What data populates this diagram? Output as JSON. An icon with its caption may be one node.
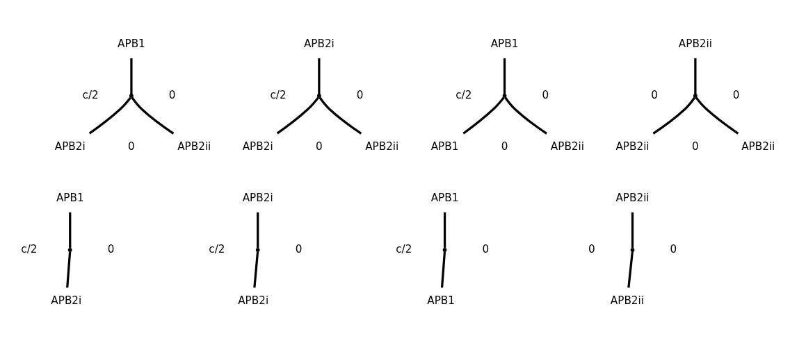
{
  "diagram": {
    "nodes": [
      {
        "text": [
          "APB1"
        ]
      },
      {
        "text": [],
        "shape": "point"
      },
      {
        "text": [
          "APB2i"
        ]
      },
      {
        "text": [
          "APB2ii"
        ]
      },
      {
        "text": [
          "APB2i"
        ]
      },
      {
        "text": [],
        "shape": "point"
      },
      {
        "text": [
          "APB2i"
        ]
      },
      {
        "text": [
          "APB2ii"
        ]
      },
      {
        "text": [
          "APB1"
        ]
      },
      {
        "text": [],
        "shape": "point"
      },
      {
        "text": [
          "APB1"
        ]
      },
      {
        "text": [
          "APB2ii"
        ]
      },
      {
        "text": [
          "APB2ii"
        ]
      },
      {
        "text": [],
        "shape": "point"
      },
      {
        "text": [
          "APB2ii"
        ]
      },
      {
        "text": [
          "APB2ii"
        ]
      },
      {
        "text": [
          "APB1"
        ]
      },
      {
        "text": [],
        "shape": "point"
      },
      {
        "text": [
          "APB2i"
        ]
      },
      {
        "text": [
          "APB2i"
        ]
      },
      {
        "text": [],
        "shape": "point"
      },
      {
        "text": [
          "APB2i"
        ]
      },
      {
        "text": [
          "APB1"
        ]
      },
      {
        "text": [],
        "shape": "point"
      },
      {
        "text": [
          "APB1"
        ]
      },
      {
        "text": [
          "APB2ii"
        ]
      },
      {
        "text": [],
        "shape": "point"
      },
      {
        "text": [
          "APB2ii"
        ]
      }
    ],
    "edges": [
      {
        "from": 0,
        "to": 1,
        "arrow": "none"
      },
      {
        "from": 1,
        "to": 2,
        "arrow": "none"
      },
      {
        "from": 1,
        "to": 3,
        "arrow": "none"
      },
      {
        "from": 4,
        "to": 5,
        "arrow": "none"
      },
      {
        "from": 5,
        "to": 6,
        "arrow": "none"
      },
      {
        "from": 5,
        "to": 7,
        "arrow": "none"
      },
      {
        "from": 8,
        "to": 9,
        "arrow": "none"
      },
      {
        "from": 9,
        "to": 10,
        "arrow": "none"
      },
      {
        "from": 9,
        "to": 11,
        "arrow": "none"
      },
      {
        "from": 12,
        "to": 13,
        "arrow": "none"
      },
      {
        "from": 13,
        "to": 14,
        "arrow": "none"
      },
      {
        "from": 13,
        "to": 15,
        "arrow": "none"
      },
      {
        "from": 16,
        "to": 17,
        "arrow": "none"
      },
      {
        "from": 17,
        "to": 18,
        "arrow": "none"
      },
      {
        "from": 19,
        "to": 20,
        "arrow": "none"
      },
      {
        "from": 20,
        "to": 21,
        "arrow": "none"
      },
      {
        "from": 22,
        "to": 23,
        "arrow": "none"
      },
      {
        "from": 23,
        "to": 24,
        "arrow": "none"
      },
      {
        "from": 25,
        "to": 26,
        "arrow": "none"
      },
      {
        "from": 26,
        "to": 27,
        "arrow": "none"
      }
    ],
    "labels": [
      "c/2",
      "0",
      "0",
      "c/2",
      "0",
      "0",
      "c/2",
      "0",
      "0",
      "0",
      "0",
      "0",
      "c/2",
      "0",
      "c/2",
      "0",
      "c/2",
      "0",
      "0",
      "0"
    ]
  }
}
